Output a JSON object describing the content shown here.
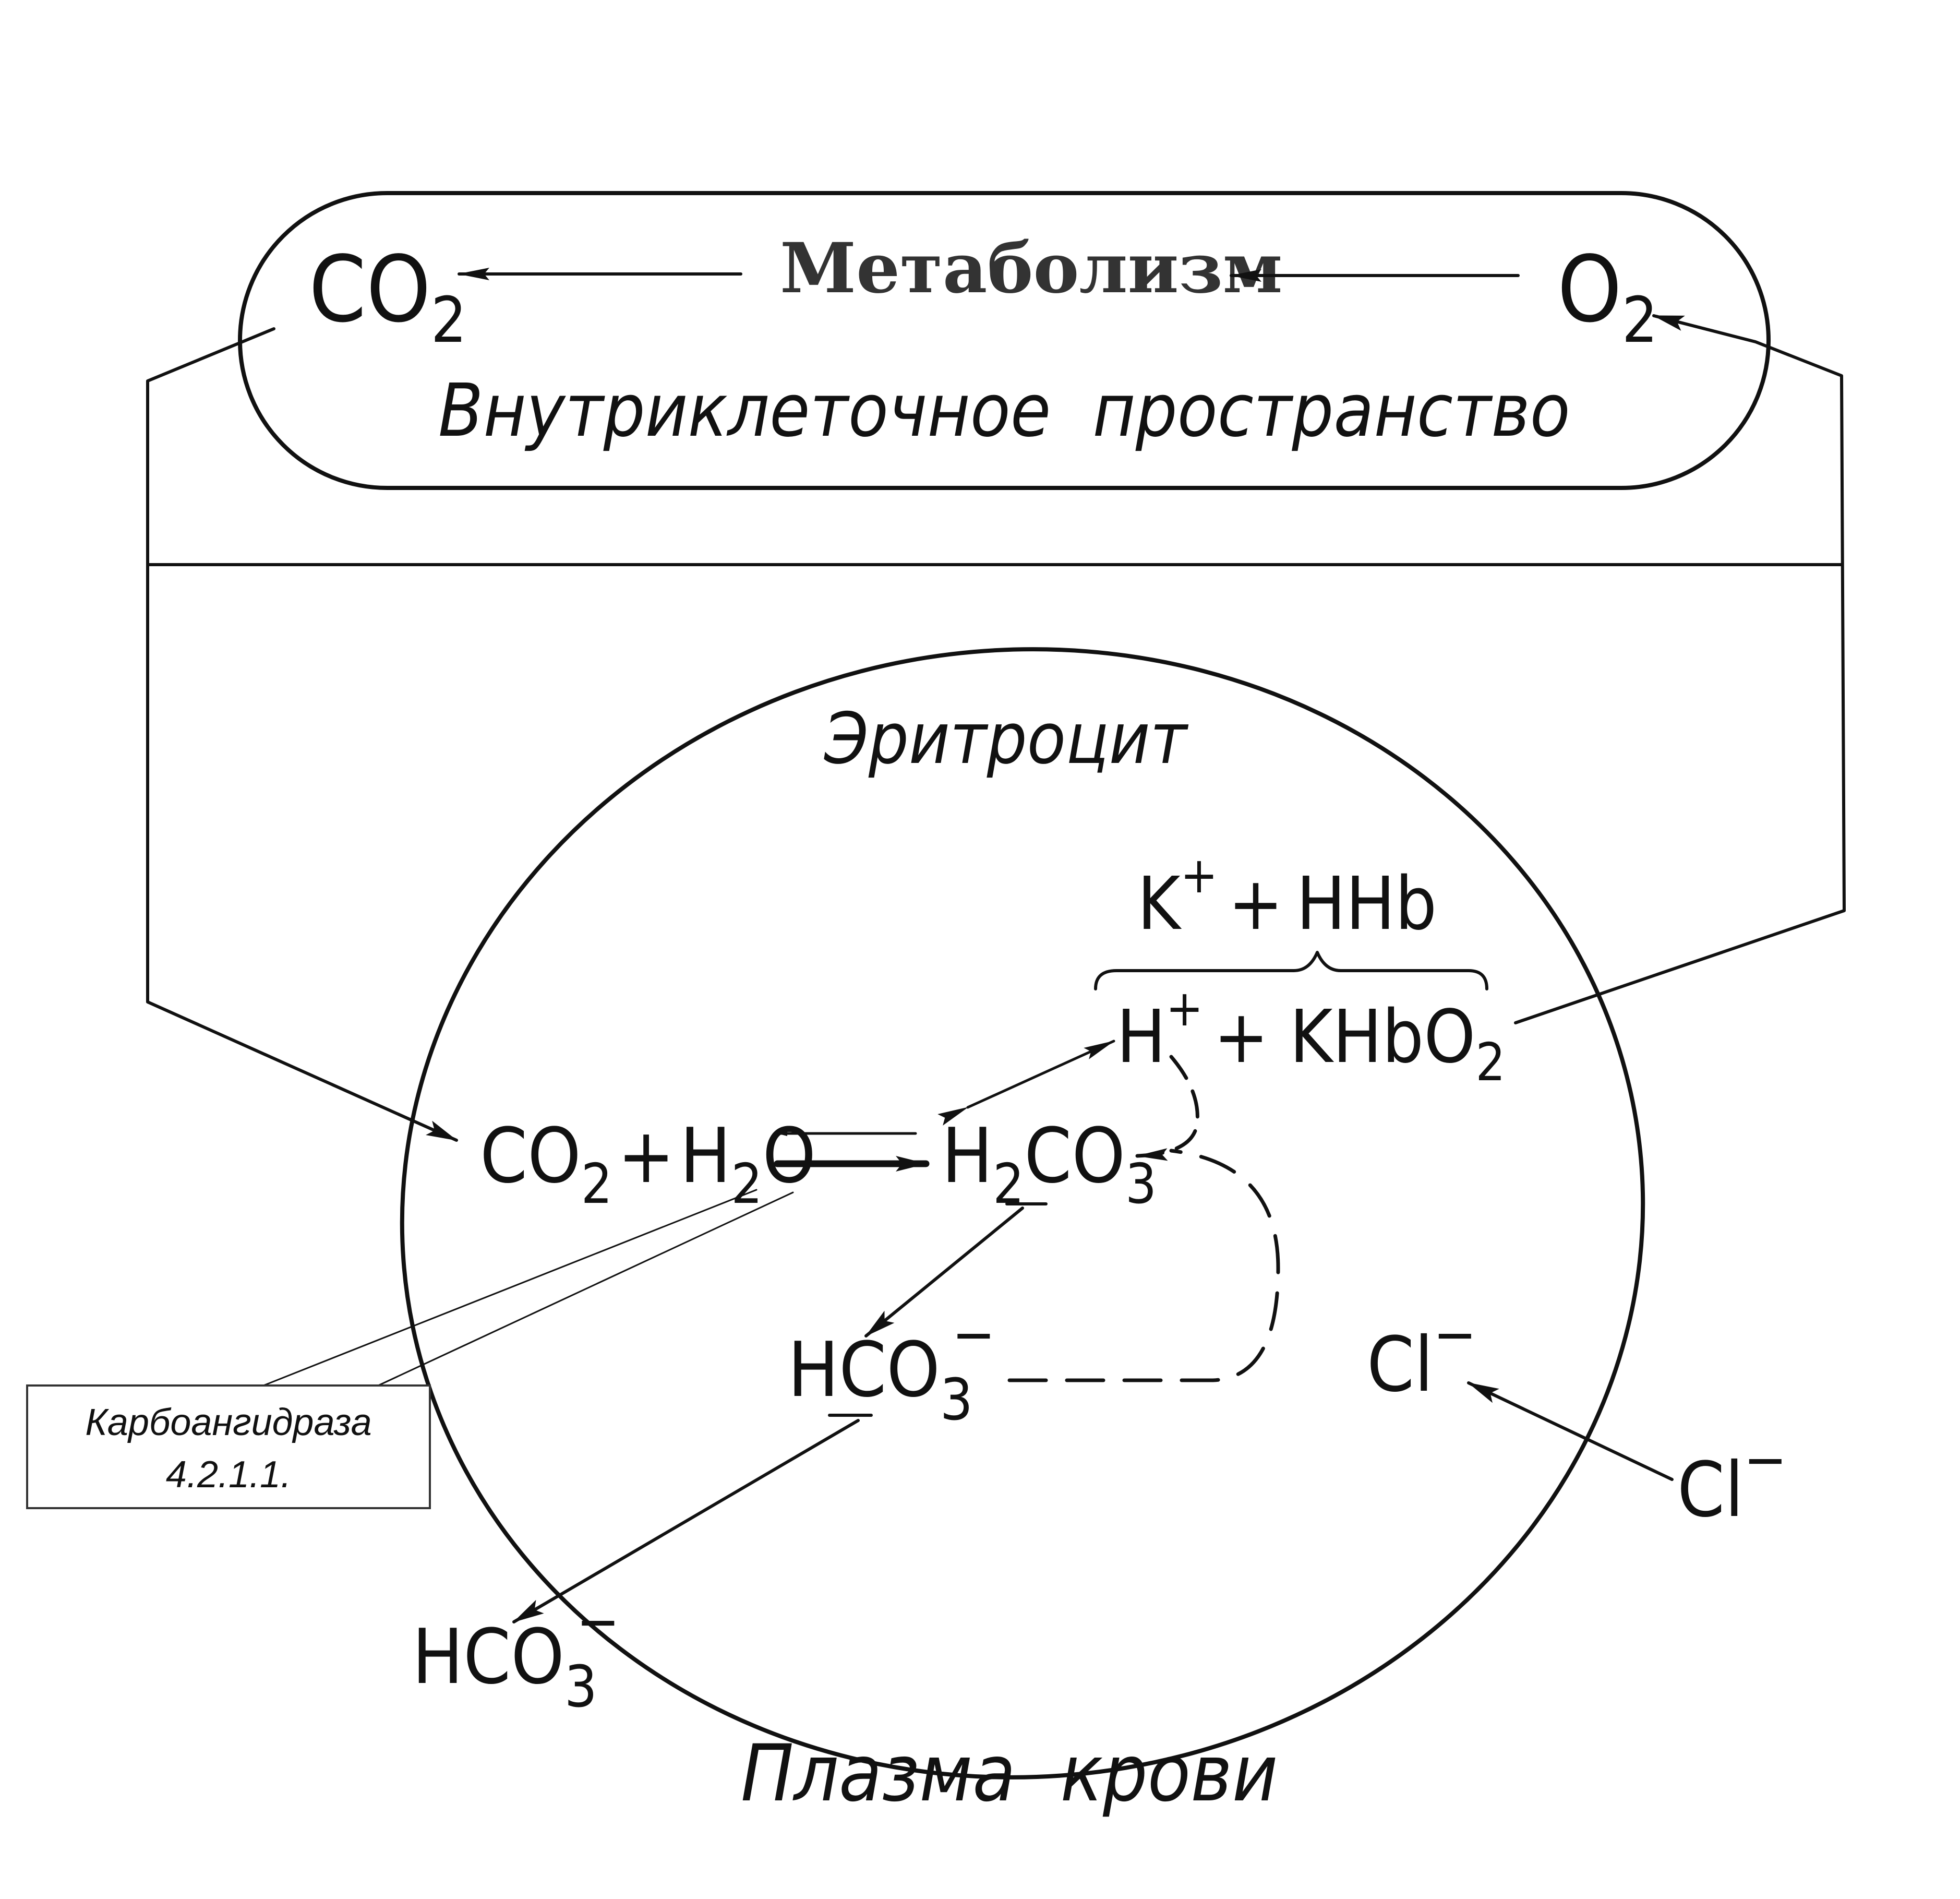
{
  "top": {
    "metabolism": "Метаболизм",
    "co2": "CO",
    "co2_sub": "2",
    "o2": "O",
    "o2_sub": "2",
    "space_label": "Внутриклеточное  пространство"
  },
  "cell": {
    "label": "Эритроцит",
    "k_plus_hhb": {
      "k": "K",
      "k_sup": "+",
      "plus": "+",
      "hhb": "HHb"
    },
    "h_plus_khbo2": {
      "h": "H",
      "h_sup": "+",
      "plus": "+",
      "khbo": "KHbO",
      "khbo_sub": "2"
    },
    "co2_h2o": {
      "co": "CO",
      "co_sub": "2",
      "plus": "+",
      "h": "H",
      "h_sub": "2",
      "o": "O"
    },
    "h2co3": {
      "h": "H",
      "h_sub": "2",
      "co": "CO",
      "co_sub": "3"
    },
    "hco3_inner": {
      "text": "HCO",
      "sub": "3",
      "sup": "−"
    },
    "cl_inner": {
      "text": "Cl",
      "sup": "−"
    }
  },
  "plasma": {
    "label": "Плазма  крови",
    "hco3_outer": {
      "text": "HCO",
      "sub": "3",
      "sup": "−"
    },
    "cl_outer": {
      "text": "Cl",
      "sup": "−"
    }
  },
  "enzyme_box": {
    "name": "Карбоангидраза",
    "code": "4.2.1.1."
  }
}
